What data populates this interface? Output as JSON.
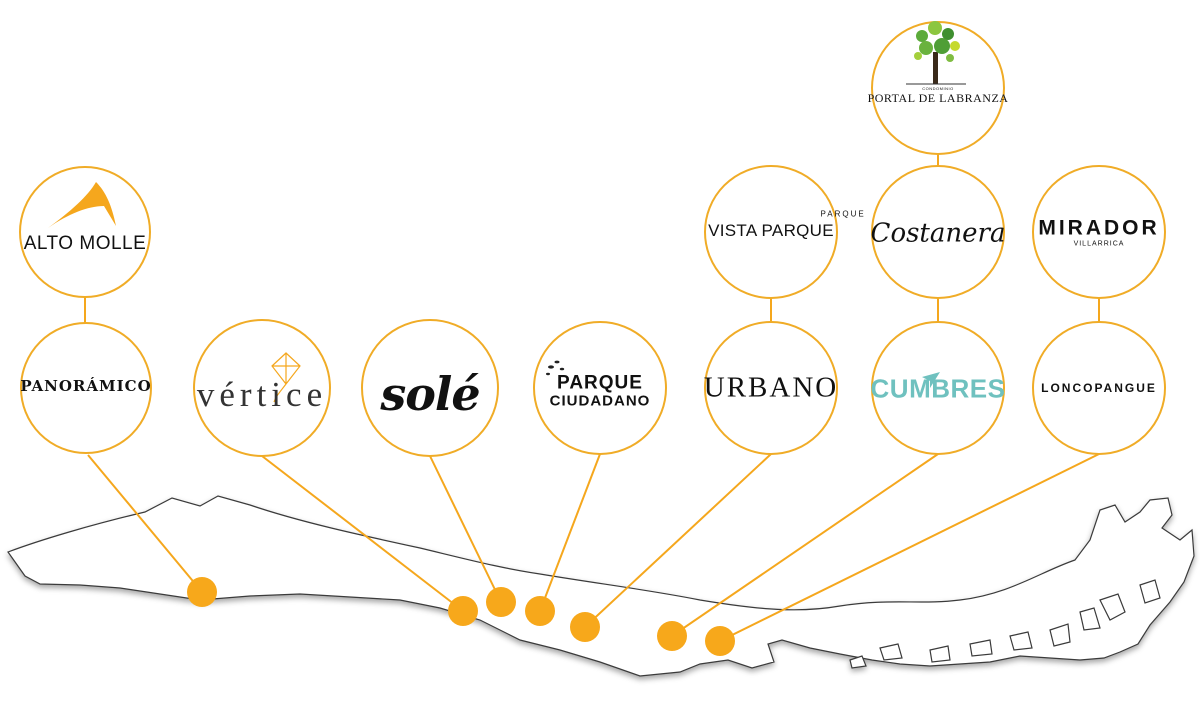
{
  "colors": {
    "accent": "#f5a71d",
    "circle_stroke": "#f0ac27",
    "dot": "#f7a81b",
    "map_stroke": "#3a3a3a",
    "cumbres": "#6fc1bf",
    "tree_green": "#5cab3a"
  },
  "nodes": {
    "alto_molle": {
      "label": "ALTO MOLLE"
    },
    "panoramico": {
      "label": "PANORÁMICO"
    },
    "vertice": {
      "label": "vértice"
    },
    "sole": {
      "label": "solé"
    },
    "parque_ciudadano": {
      "line1": "PARQUE",
      "line2": "CIUDADANO"
    },
    "urbano": {
      "label": "URBANO"
    },
    "vista_parque": {
      "label": "VISTA PARQUE"
    },
    "cumbres": {
      "label": "CUMBRES"
    },
    "costanera": {
      "small": "PARQUE",
      "label": "Costanera"
    },
    "mirador": {
      "label": "MIRADOR",
      "small": "VILLARRICA"
    },
    "loncopangue": {
      "label": "LONCOPANGUE"
    },
    "portal_labranza": {
      "small": "CONDOMINIO",
      "label": "PORTAL DE LABRANZA"
    }
  },
  "icons": {
    "alto_molle": "sail-icon",
    "vertice": "kite-icon",
    "parque_ciudadano": "leaves-icon",
    "cumbres": "arrow-icon",
    "portal_labranza": "tree-icon"
  }
}
